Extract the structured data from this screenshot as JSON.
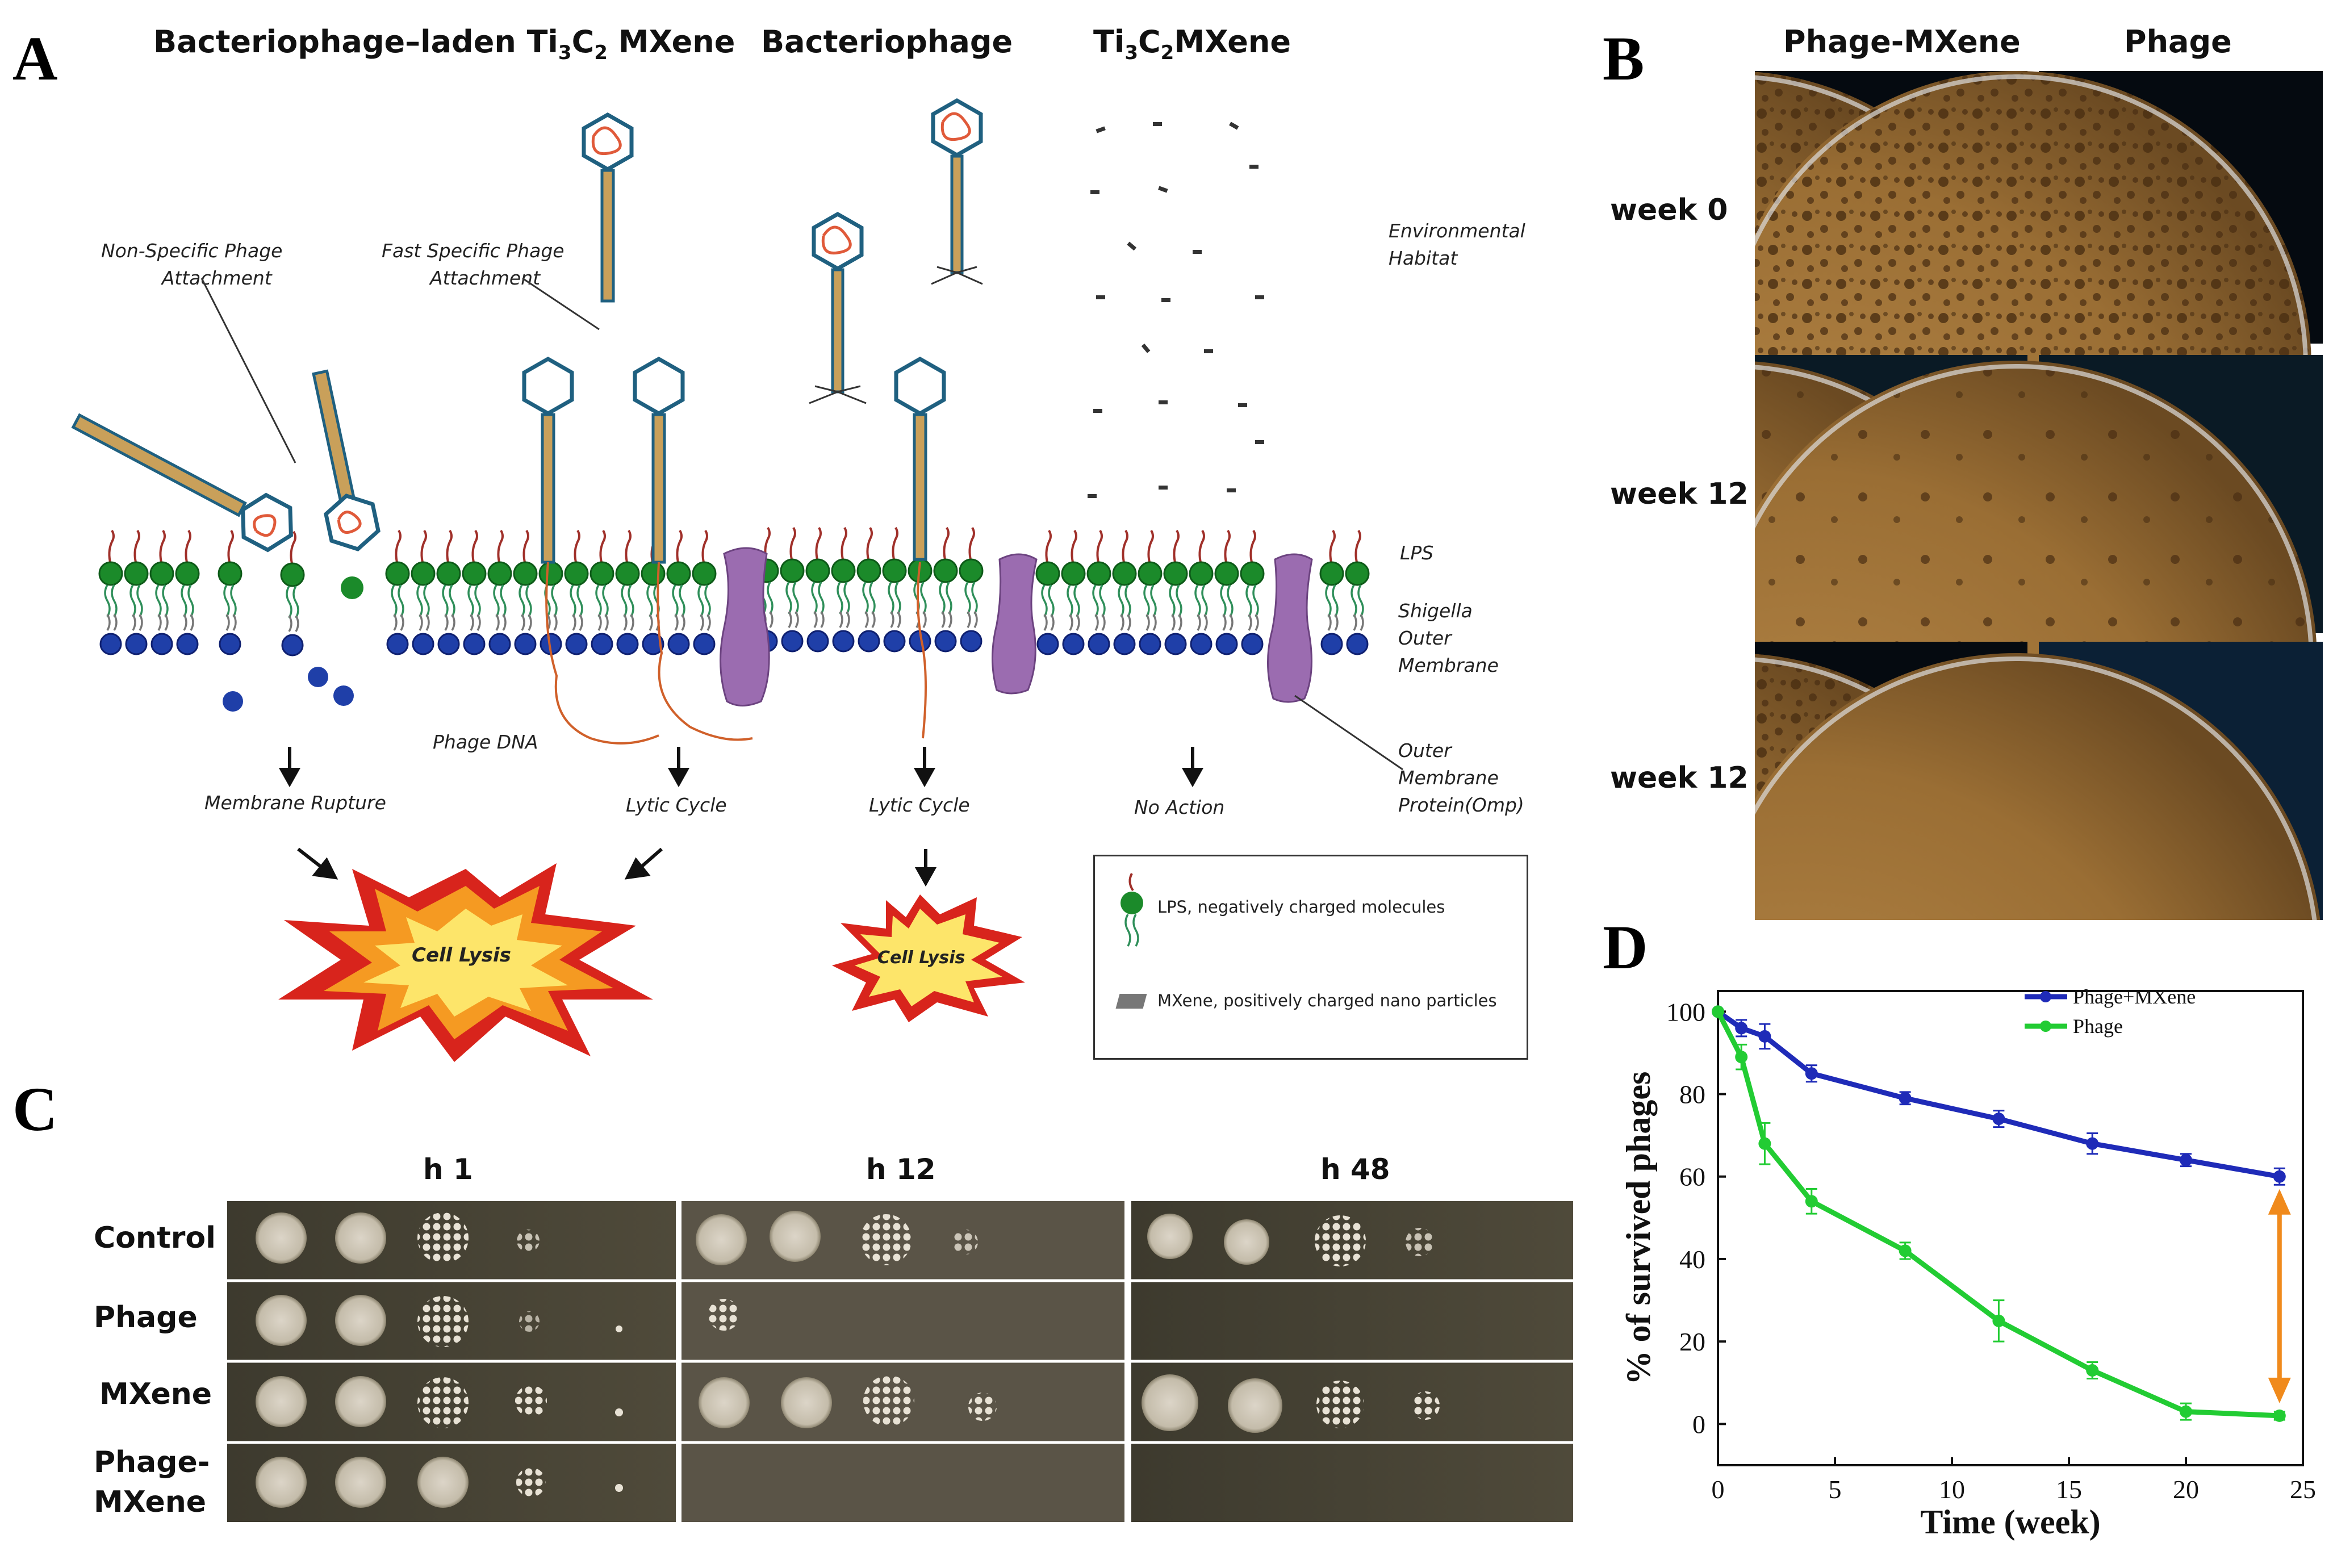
{
  "panels": {
    "a": "A",
    "b": "B",
    "c": "C",
    "d": "D"
  },
  "panel_a": {
    "headers": {
      "laden_prefix": "Bacteriophage–laden Ti",
      "laden_sub1": "3",
      "laden_mid": "C",
      "laden_sub2": "2",
      "laden_suffix": " MXene",
      "phage": "Bacteriophage",
      "mxene_prefix": "Ti",
      "mxene_sub1": "3",
      "mxene_mid": "C",
      "mxene_sub2": "2",
      "mxene_suffix": "MXene"
    },
    "labels": {
      "nonspecific_1": "Non-Specific Phage",
      "nonspecific_2": "Attachment",
      "fast_1": "Fast Specific Phage",
      "fast_2": "Attachment",
      "env_1": "Environmental",
      "env_2": "Habitat",
      "lps": "LPS",
      "shigella_1": "Shigella",
      "shigella_2": "Outer",
      "shigella_3": "Membrane",
      "phage_dna": "Phage DNA",
      "omp_1": "Outer",
      "omp_2": "Membrane",
      "omp_3": "Protein(Omp)",
      "membrane_rupture": "Membrane Rupture",
      "lytic1": "Lytic Cycle",
      "lytic2": "Lytic Cycle",
      "no_action": "No Action",
      "cell_lysis_big": "Cell Lysis",
      "cell_lysis_small": "Cell Lysis"
    },
    "legend": {
      "lps": "LPS, negatively charged molecules",
      "mxene": "MXene, positively charged nano particles"
    }
  },
  "panel_b": {
    "col_headers": [
      "Phage-MXene",
      "Phage"
    ],
    "row_labels": [
      "week 0",
      "week 12",
      "week 12"
    ]
  },
  "panel_c": {
    "col_headers": [
      "h 1",
      "h 12",
      "h 48"
    ],
    "row_labels": [
      "Control",
      "Phage",
      "MXene",
      "Phage-",
      "MXene"
    ]
  },
  "chart_data": {
    "type": "line",
    "xlabel": "Time (week)",
    "ylabel": "% of survived phages",
    "xlim": [
      0,
      25
    ],
    "ylim": [
      -10,
      105
    ],
    "xticks": [
      0,
      5,
      10,
      15,
      20,
      25
    ],
    "yticks": [
      0,
      20,
      40,
      60,
      80,
      100
    ],
    "legend_position": "top-right",
    "series": [
      {
        "name": "Phage+MXene",
        "color": "#1f2bb8",
        "x": [
          0,
          1,
          2,
          4,
          8,
          12,
          16,
          20,
          24
        ],
        "y": [
          100,
          96,
          94,
          85,
          79,
          74,
          68,
          64,
          60
        ],
        "err": [
          0,
          2,
          3,
          2,
          1.5,
          2,
          2.5,
          1.5,
          2
        ]
      },
      {
        "name": "Phage",
        "color": "#22cc33",
        "x": [
          0,
          1,
          2,
          4,
          8,
          12,
          16,
          20,
          24
        ],
        "y": [
          100,
          89,
          68,
          54,
          42,
          25,
          13,
          3,
          2
        ],
        "err": [
          0,
          3,
          5,
          3,
          2,
          5,
          2,
          2,
          1
        ]
      }
    ],
    "annotation_color": "#f08a1c"
  }
}
